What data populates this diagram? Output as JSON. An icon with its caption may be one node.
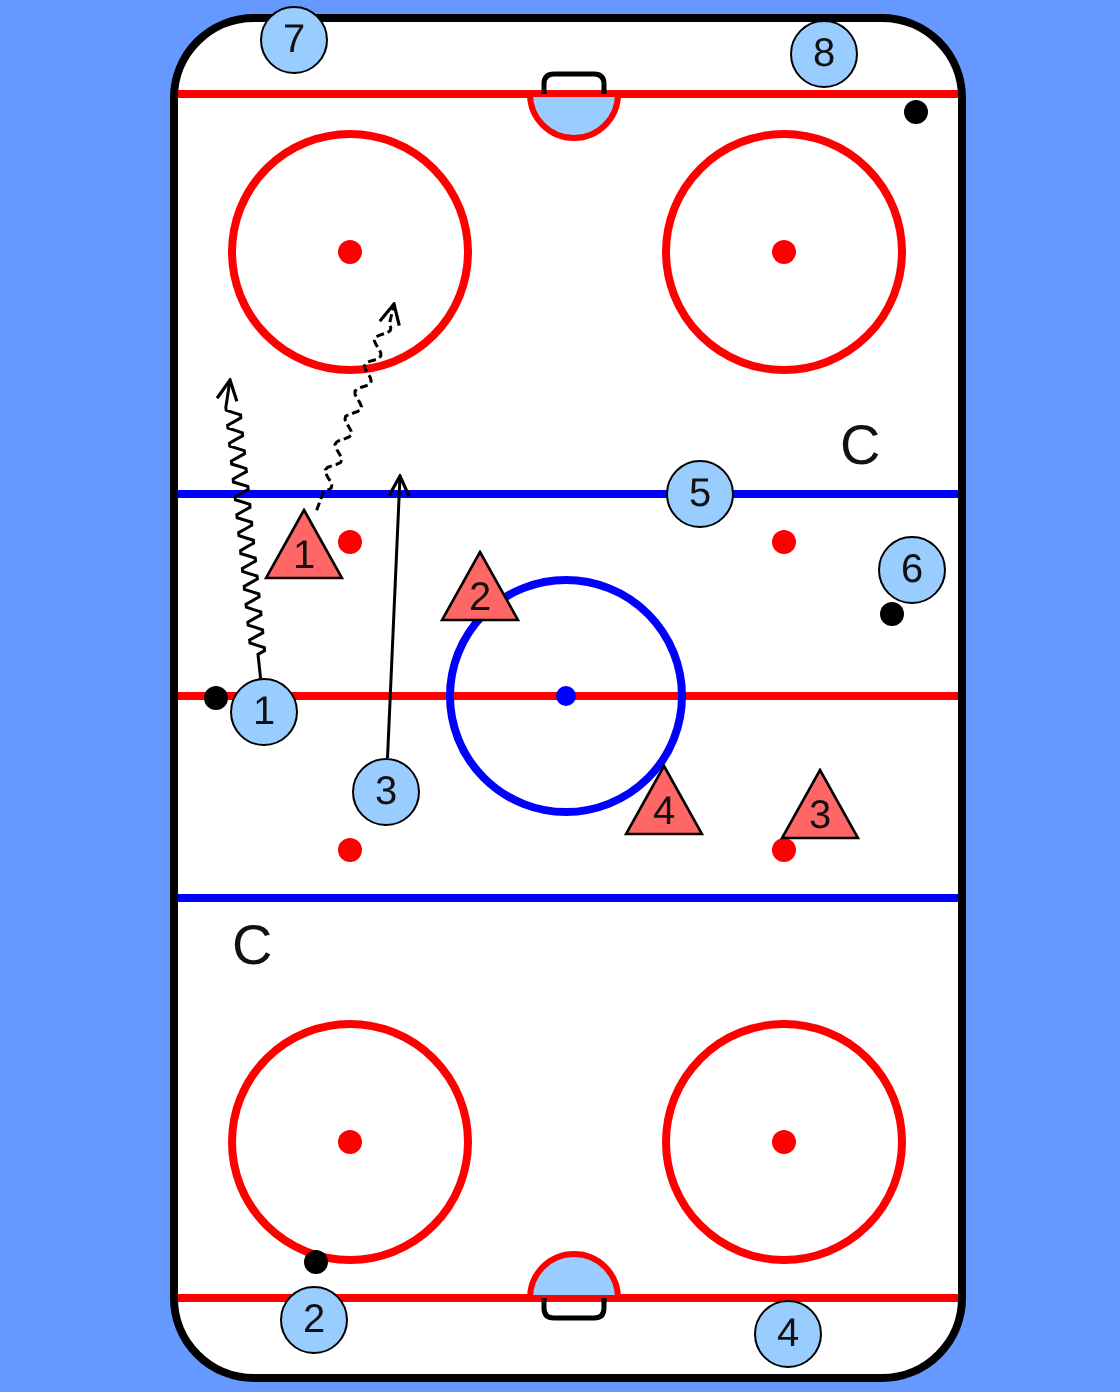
{
  "diagram": {
    "nodes": [
      {
        "text": [
          "7"
        ]
      },
      {
        "text": [
          "8"
        ]
      },
      {
        "text": [
          "5"
        ]
      },
      {
        "text": [
          "1"
        ]
      },
      {
        "text": [
          "2"
        ]
      },
      {
        "text": [
          "6"
        ]
      },
      {
        "text": [
          "1"
        ]
      },
      {
        "text": [
          "3"
        ]
      },
      {
        "text": [
          "4"
        ]
      },
      {
        "text": [
          "3"
        ]
      },
      {
        "text": [
          "2"
        ]
      },
      {
        "text": [
          "4"
        ]
      }
    ],
    "edges": [
      {
        "from": 6,
        "to": null,
        "arrow": "to"
      },
      {
        "from": 3,
        "to": null,
        "arrow": "to",
        "style": "dashed"
      },
      {
        "from": 7,
        "to": null,
        "arrow": "to"
      }
    ],
    "labels": [
      "C",
      "C"
    ]
  }
}
